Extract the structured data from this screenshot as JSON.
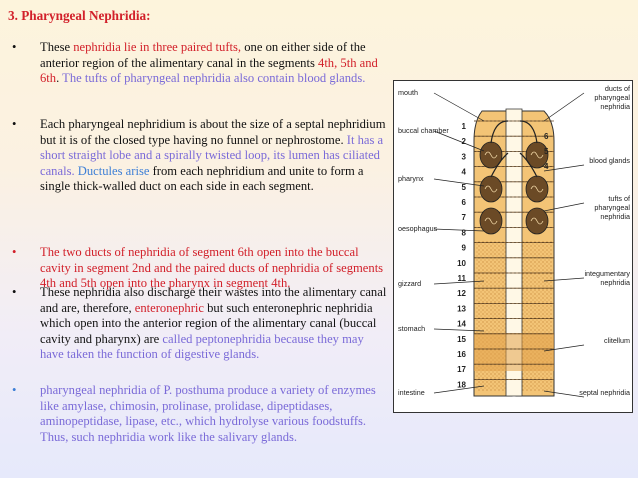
{
  "title": "3. Pharyngeal Nephridia:",
  "bullets": [
    {
      "dot": "•",
      "dot_color": "#111111",
      "segments": [
        {
          "text": "These ",
          "color": "dark"
        },
        {
          "text": "nephridia lie in three paired tufts, ",
          "color": "red"
        },
        {
          "text": "one on either side of the anterior region of the alimentary canal in the segments ",
          "color": "dark"
        },
        {
          "text": "4th, 5th and 6th",
          "color": "red"
        },
        {
          "text": ". ",
          "color": "dark"
        },
        {
          "text": "The tufts of pharyngeal nephridia also contain blood glands.",
          "color": "violet"
        }
      ]
    },
    {
      "dot": "•",
      "dot_color": "#111111",
      "segments": [
        {
          "text": "Each pharyngeal nephridium is about the size of a septal nephridium but it is of the closed type having no funnel or nephrostome. ",
          "color": "dark"
        },
        {
          "text": "It has a short straight lobe and a spirally twisted loop, its lumen has ciliated canals. ",
          "color": "violet"
        },
        {
          "text": "Ductules arise",
          "color": "blue"
        },
        {
          "text": " from each nephridium and unite to form a single thick-walled duct on each side in each segment.",
          "color": "dark"
        }
      ]
    },
    {
      "dot": "•",
      "dot_color": "#d2202a",
      "segments": [
        {
          "text": "The two ducts of nephridia of segment 6th open into the buccal cavity in segment 2nd and the paired ducts of nephridia of segments 4th and 5th open into the pharynx in segment 4th.",
          "color": "red"
        }
      ]
    },
    {
      "dot": "•",
      "dot_color": "#111111",
      "segments": [
        {
          "text": "These nephridia also discharge their wastes into the alimentary canal and are, therefore, ",
          "color": "dark"
        },
        {
          "text": "enteronephric",
          "color": "red"
        },
        {
          "text": " but such enteronephric nephridia which open into the anterior region of the alimentary canal (buccal cavity and pharynx) are ",
          "color": "dark"
        },
        {
          "text": "called peptonephridia because they may have taken the function of digestive glands.",
          "color": "violet"
        }
      ]
    },
    {
      "dot": "•",
      "dot_color": "#3d7fd6",
      "segments": [
        {
          "text": "pharyngeal nephridia of P. posthuma produce a variety of enzymes like amylase, chimosin, prolinase, prolidase, dipeptidases, aminopeptidase, lipase, etc., which hydrolyse various foodstuffs. Thus, such nephridia work like the salivary glands.",
          "color": "violet"
        }
      ]
    }
  ],
  "figure": {
    "left_labels": [
      "mouth",
      "buccal chamber",
      "pharynx",
      "oesophagus",
      "gizzard",
      "stomach",
      "intestine"
    ],
    "right_labels": [
      {
        "lines": [
          "ducts of",
          "pharyngeal",
          "nephridia"
        ]
      },
      {
        "lines": [
          "blood glands"
        ]
      },
      {
        "lines": [
          "tufts of",
          "pharyngeal",
          "nephridia"
        ]
      },
      {
        "lines": [
          "integumentary",
          "nephridia"
        ]
      },
      {
        "lines": [
          "clitellum"
        ]
      },
      {
        "lines": [
          "septal nephridia"
        ]
      }
    ],
    "segment_numbers": [
      "1",
      "2",
      "3",
      "4",
      "5",
      "6",
      "7",
      "8",
      "9",
      "10",
      "11",
      "12",
      "13",
      "14",
      "15",
      "16",
      "17",
      "18"
    ],
    "duct_numbers": [
      "6",
      "5",
      "4"
    ],
    "colors": {
      "body": "#f3c476",
      "body_dark": "#c98a2f",
      "nephridia": "#6b4a26"
    }
  }
}
